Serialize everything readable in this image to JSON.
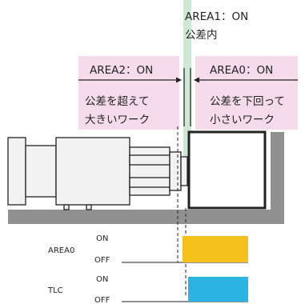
{
  "area1": {
    "line1": "AREA1：ON",
    "line2": "公差内"
  },
  "area2": {
    "label": "AREA2：ON",
    "desc_line1": "公差を超えて",
    "desc_line2": "大きいワーク"
  },
  "area0": {
    "label": "AREA0：ON",
    "desc_line1": "公差を下回って",
    "desc_line2": "小さいワーク"
  },
  "signals": {
    "area0": {
      "name": "AREA0",
      "on": "ON",
      "off": "OFF",
      "on_state": "ON",
      "color": "#f4c11c"
    },
    "tlc": {
      "name": "TLC",
      "on": "ON",
      "off": "OFF",
      "on_state": "ON",
      "color": "#2cb3e4"
    }
  },
  "colors": {
    "area1_band": "#cfe8d4",
    "area_label_bg": "#f6dcea",
    "floor": "#909090",
    "cylinder_fill": "#f2f2f2"
  }
}
